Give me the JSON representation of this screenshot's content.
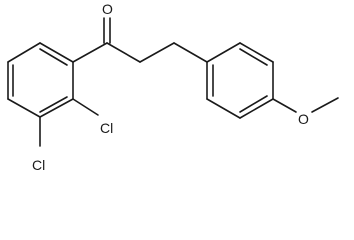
{
  "molecule": {
    "atoms": {
      "carbonyl_oxygen": "O",
      "chlorine_2": "Cl",
      "chlorine_3": "Cl",
      "ether_oxygen": "O"
    },
    "colors": {
      "bond": "#1a1a1a",
      "label": "#1a1a1a",
      "background": "#ffffff"
    }
  }
}
